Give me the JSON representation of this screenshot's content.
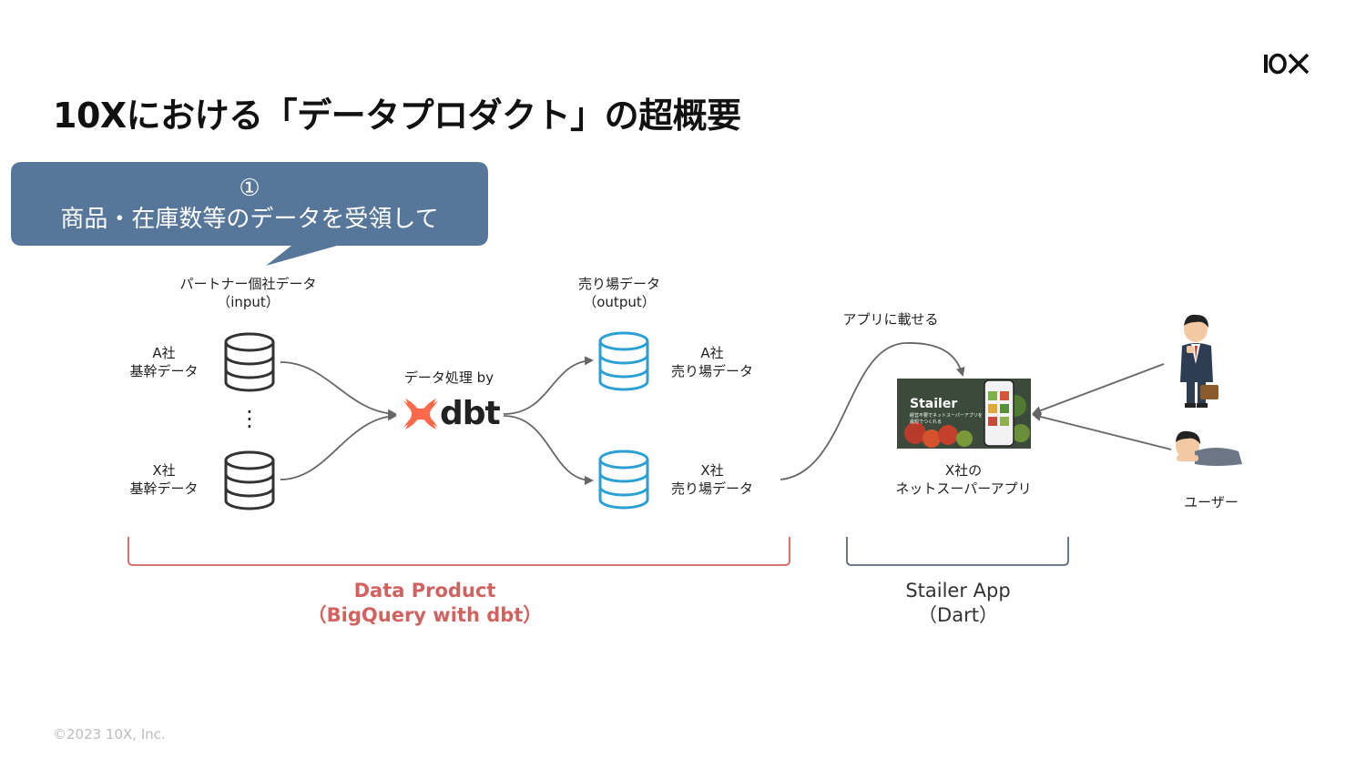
{
  "slide": {
    "title": "10Xにおける「データプロダクト」の超概要",
    "logo_text": "10X",
    "footer": "©2023 10X, Inc."
  },
  "callout": {
    "number": "①",
    "text": "商品・在庫数等のデータを受領して",
    "color": "#56779a"
  },
  "input": {
    "title": "パートナー個社データ",
    "subtitle": "（input）",
    "dbs": [
      {
        "line1": "A社",
        "line2": "基幹データ"
      },
      {
        "line1": "X社",
        "line2": "基幹データ"
      }
    ],
    "ellipsis": "⋮"
  },
  "processing": {
    "label": "データ処理 by",
    "tool": "dbt",
    "tool_color": "#ff694b"
  },
  "output": {
    "title": "売り場データ",
    "subtitle": "（output）",
    "dbs": [
      {
        "line1": "A社",
        "line2": "売り場データ"
      },
      {
        "line1": "X社",
        "line2": "売り場データ"
      }
    ],
    "color": "#2aa0d4"
  },
  "app": {
    "arrow_label": "アプリに載せる",
    "thumbnail_brand": "Stailer",
    "thumbnail_caption": "経営不要でネットスーパーアプリを最短でつくれる",
    "caption_line1": "X社の",
    "caption_line2": "ネットスーパーアプリ"
  },
  "users": {
    "label": "ユーザー"
  },
  "brackets": {
    "data_product": {
      "line1": "Data Product",
      "line2": "（BigQuery with dbt）",
      "color": "#d2625f"
    },
    "stailer_app": {
      "line1": "Stailer App",
      "line2": "（Dart）",
      "color": "#5b6b7b"
    }
  }
}
